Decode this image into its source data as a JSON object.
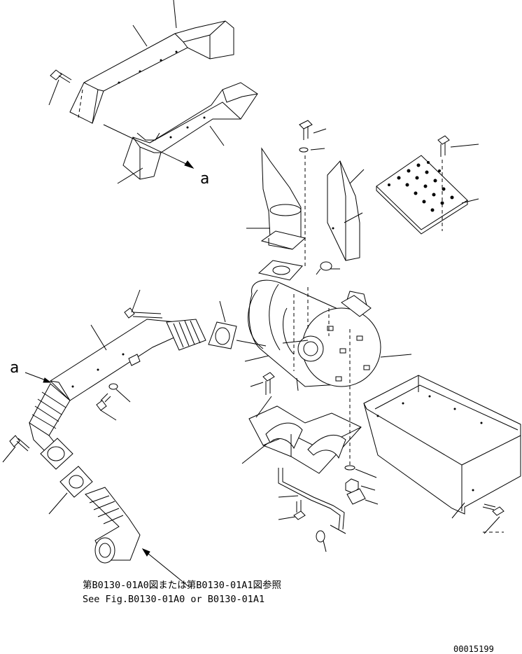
{
  "callouts": {
    "a_upper": "a",
    "a_lower": "a"
  },
  "reference": {
    "japanese": "第B0130-01A0図または第B0130-01A1図参照",
    "english": "See Fig.B0130-01A0 or B0130-01A1"
  },
  "drawing_number": "00015199"
}
